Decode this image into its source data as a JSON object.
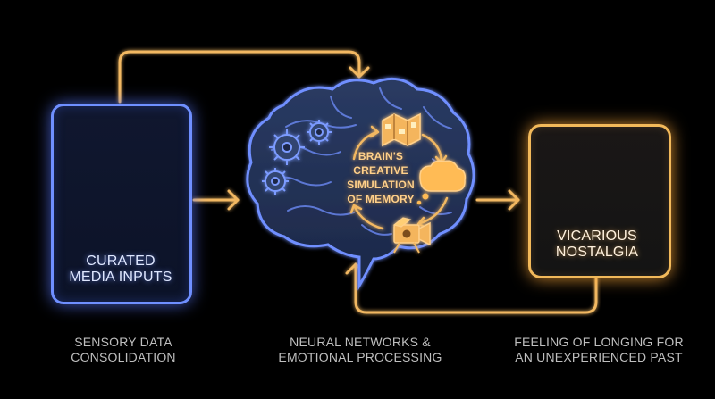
{
  "diagram": {
    "left_node": {
      "label": "CURATED\nMEDIA INPUTS",
      "icons": [
        "film-icon",
        "photos-icon",
        "gramophone-icon",
        "books-icon"
      ]
    },
    "center_node": {
      "label": "BRAIN'S\nCREATIVE\nSIMULATION\nOF MEMORY",
      "icons": [
        "brain-icon",
        "gear-icon",
        "map-icon",
        "thought-bubble-icon",
        "camera-icon"
      ]
    },
    "right_node": {
      "label": "VICARIOUS\nNOSTALGIA",
      "icons": [
        "person-icon",
        "sunset-icon"
      ]
    },
    "captions": {
      "left": "SENSORY DATA\nCONSOLIDATION",
      "center": "NEURAL NETWORKS &\nEMOTIONAL PROCESSING",
      "right": "FEELING OF LONGING FOR\nAN UNEXPERIENCED PAST"
    },
    "colors": {
      "background": "#000000",
      "blue_glow": "#6f8fff",
      "orange_glow": "#f2b95a",
      "caption": "#bfbfbf"
    }
  }
}
